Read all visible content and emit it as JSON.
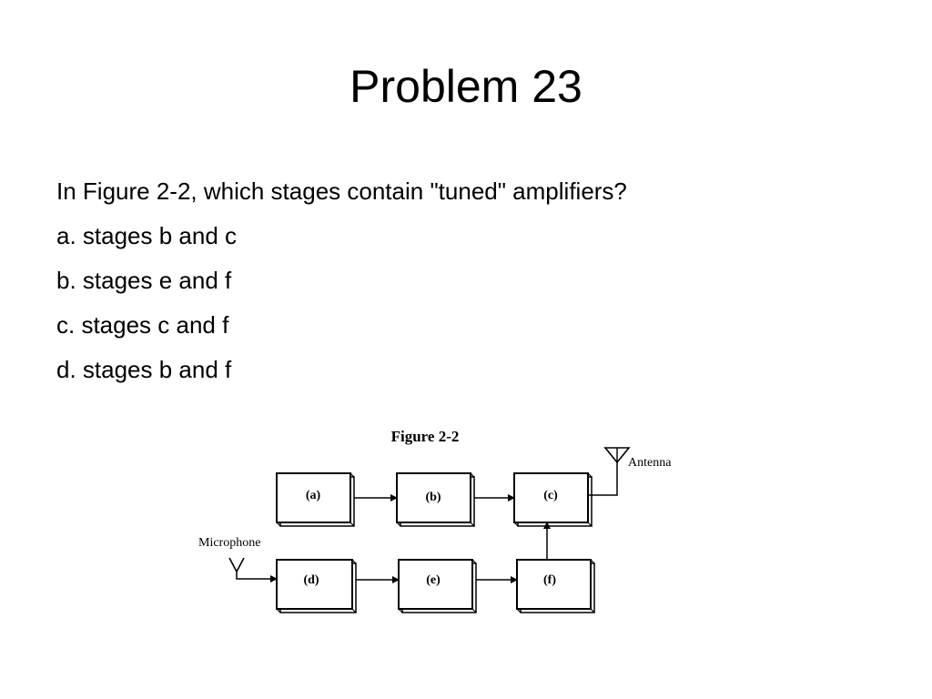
{
  "slide": {
    "title": "Problem 23",
    "question": "In Figure 2-2, which stages contain \"tuned\" amplifiers?",
    "options": [
      "a. stages b and c",
      "b. stages e and f",
      "c. stages c and f",
      "d. stages b and f"
    ]
  },
  "figure": {
    "caption": "Figure 2-2",
    "antenna_label": "Antenna",
    "microphone_label": "Microphone",
    "stages": {
      "a": "(a)",
      "b": "(b)",
      "c": "(c)",
      "d": "(d)",
      "e": "(e)",
      "f": "(f)"
    }
  }
}
